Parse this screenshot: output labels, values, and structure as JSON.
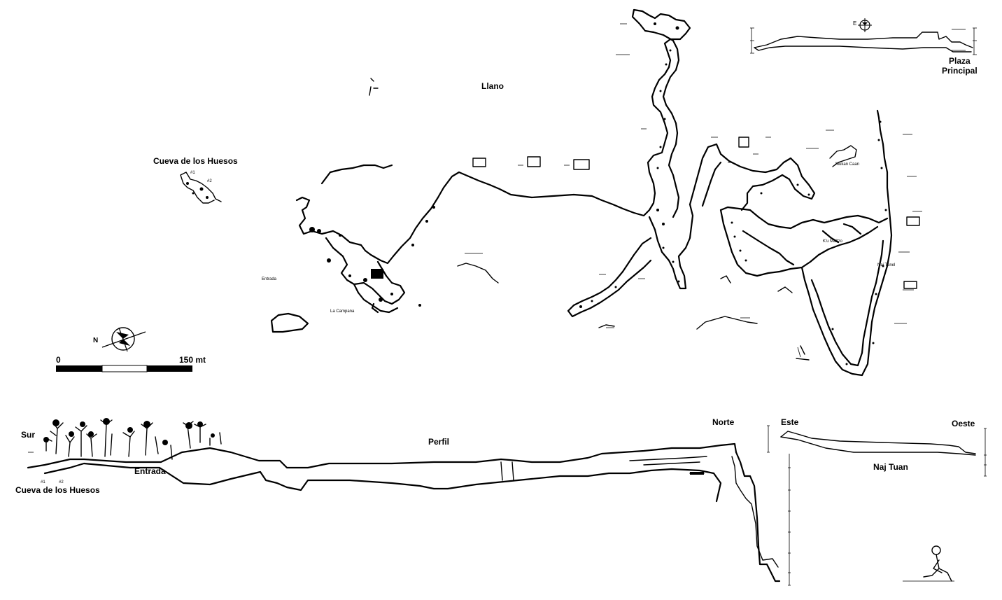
{
  "labels": {
    "llano": "Llano",
    "cueva_huesos_map": "Cueva de los Huesos",
    "entrada_map": "Entrada",
    "la_campana": "La Campana",
    "mukan_caan": "Mukan Caan",
    "ku_maltzo": "K'u Maltzo",
    "naj_tunel": "Naj Tunel",
    "plaza_principal_line1": "Plaza",
    "plaza_principal_line2": "Principal",
    "perfil": "Perfil",
    "sur": "Sur",
    "entrada_profile": "Entrada",
    "cueva_huesos_profile": "Cueva de los Huesos",
    "norte": "Norte",
    "este": "Este",
    "oeste": "Oeste",
    "naj_tuan": "Naj Tuan",
    "point_1": "#1",
    "point_2": "#2"
  },
  "scale_bar": {
    "start_label": "0",
    "end_label": "150 mt",
    "length_m": 150
  },
  "north_arrow": {
    "label": "N"
  },
  "compass_small": {
    "label": "E"
  }
}
